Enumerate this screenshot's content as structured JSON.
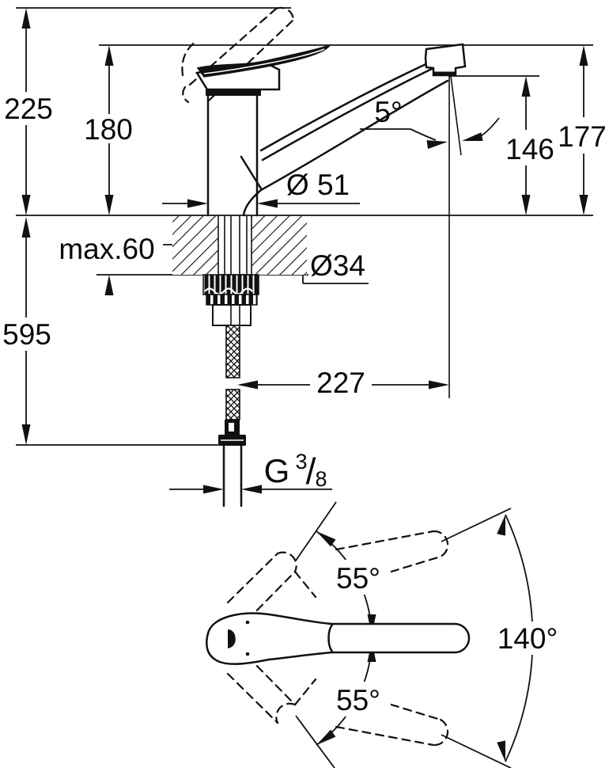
{
  "drawing": {
    "title": "faucet-dimension-drawing",
    "dims": {
      "height_max": "225",
      "height_handle": "180",
      "angle_spout": "5°",
      "height_outlet": "146",
      "height_spout": "177",
      "dia_body": "Ø 51",
      "thickness_max": "max.60",
      "dia_shank": "Ø34",
      "hose_length": "595",
      "reach": "227",
      "thread_prefix": "G",
      "thread_numerator": "3",
      "thread_slash": "/",
      "thread_denominator": "8",
      "swivel_upper": "55°",
      "swivel_lower": "55°",
      "swivel_total": "140°"
    }
  }
}
